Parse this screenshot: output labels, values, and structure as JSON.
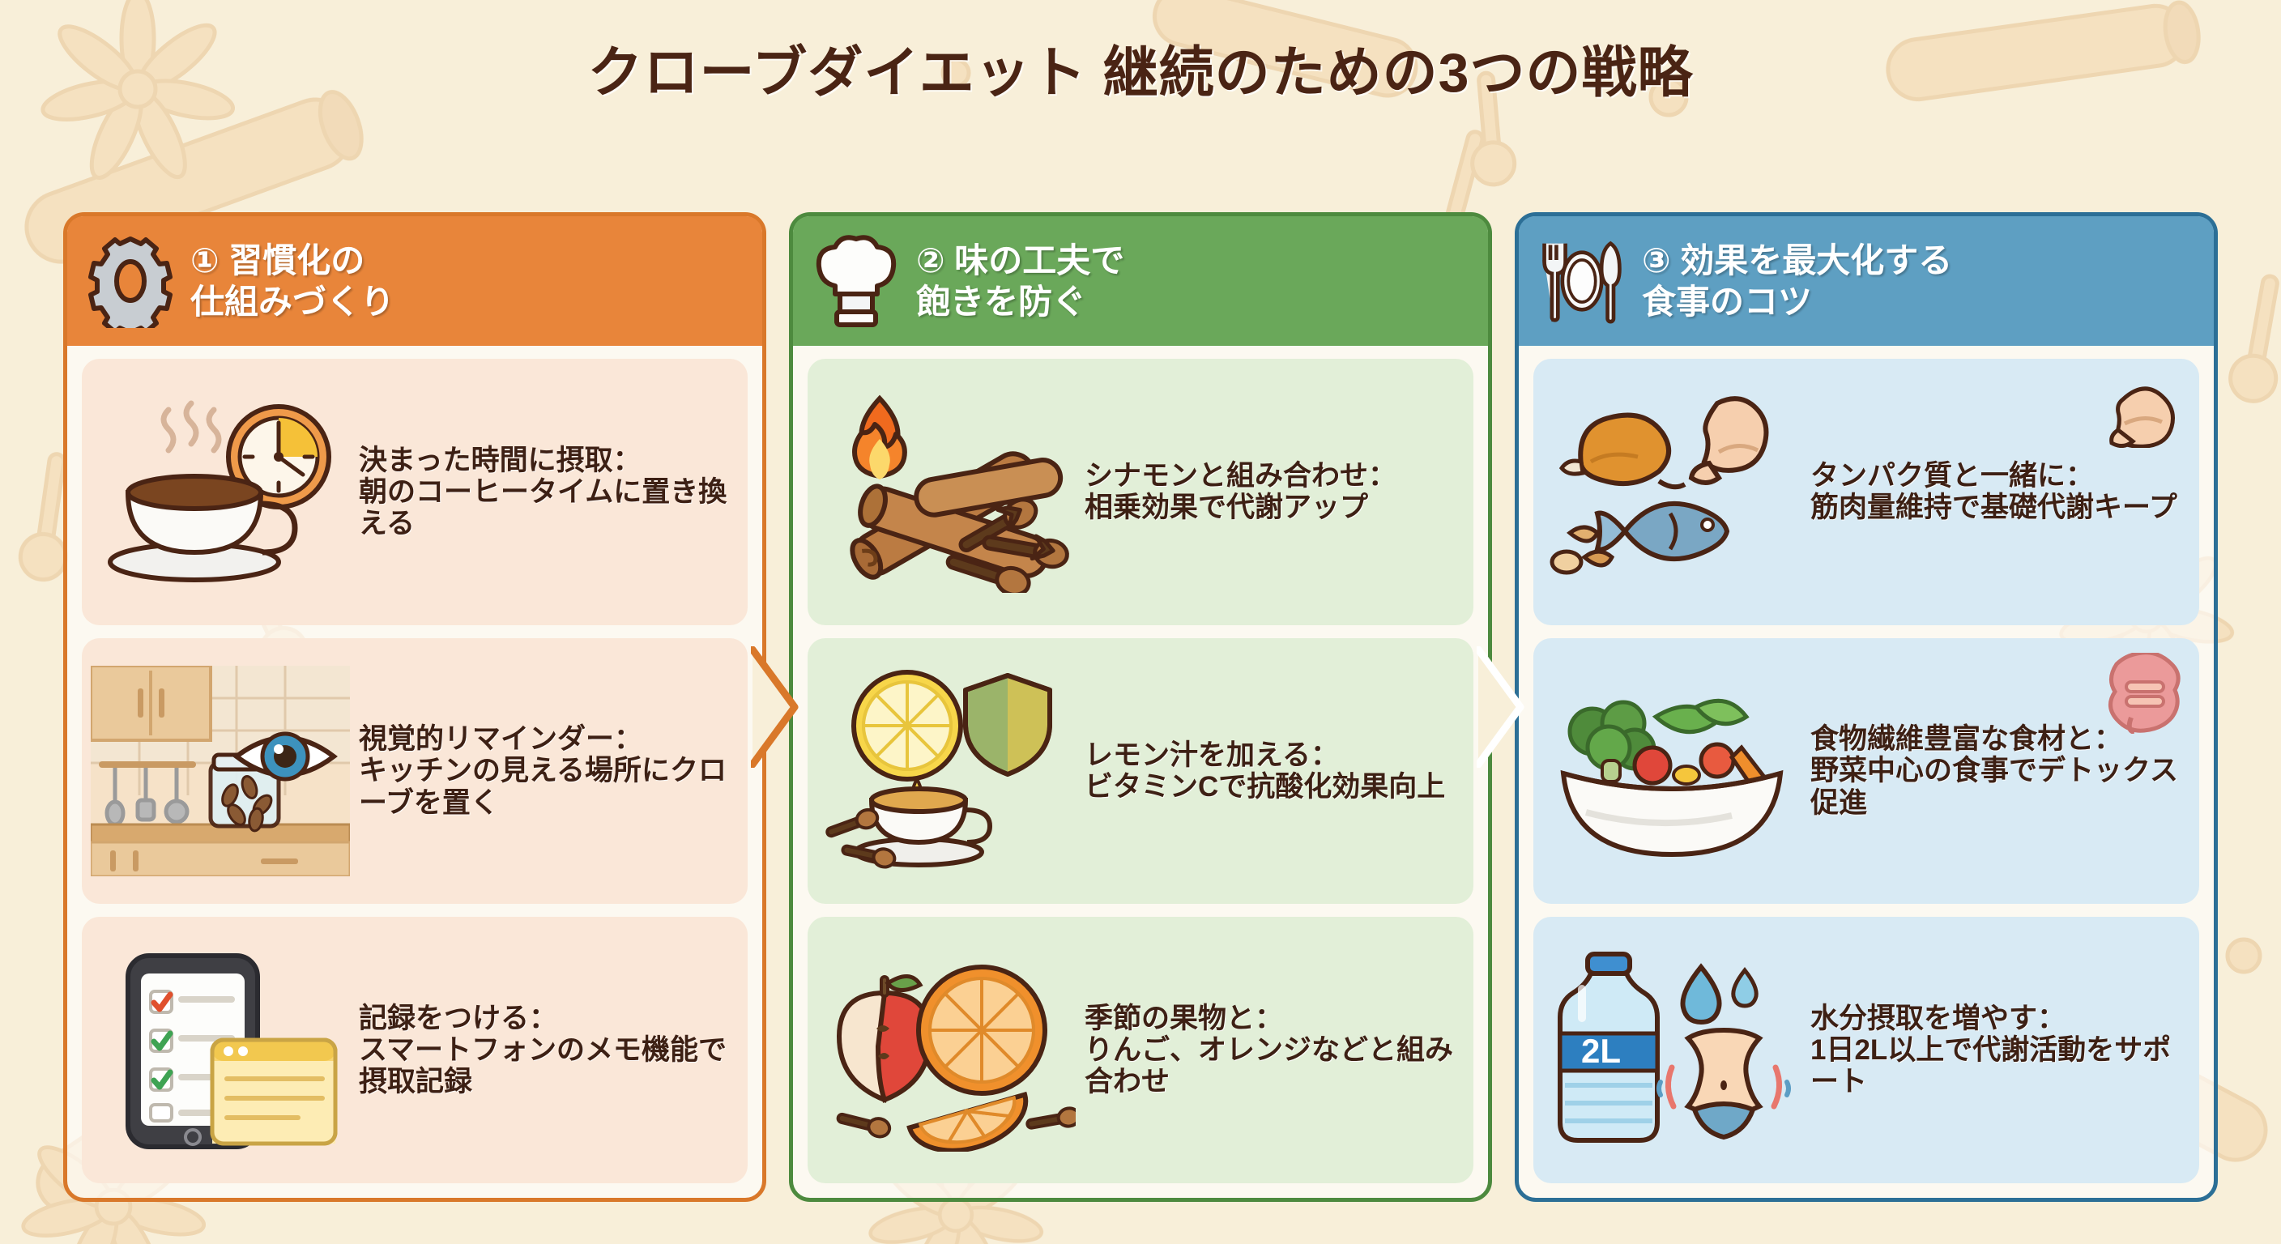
{
  "page": {
    "title": "クローブダイエット 継続のための3つの戦略",
    "background_color": "#f8efd9",
    "title_color": "#4a2414"
  },
  "columns": [
    {
      "accent_color": "#d9782a",
      "header_color": "#e8853a",
      "card_color": "#fae7d8",
      "number": "①",
      "icon": "gear-icon",
      "title_line1": "① 習慣化の",
      "title_line2": "仕組みづくり",
      "cards": [
        {
          "art": "coffee-clock-illustration",
          "label": "決まった時間に摂取：",
          "body": "朝のコーヒータイムに置き換える"
        },
        {
          "art": "kitchen-eye-clove-jar-illustration",
          "label": "視覚的リマインダー：",
          "body": "キッチンの見える場所にクローブを置く"
        },
        {
          "art": "smartphone-checklist-note-illustration",
          "label": "記録をつける：",
          "body": "スマートフォンのメモ機能で摂取記録"
        }
      ]
    },
    {
      "accent_color": "#4d8a3e",
      "header_color": "#6aa85a",
      "card_color": "#e2efd8",
      "number": "②",
      "icon": "chef-hat-icon",
      "title_line1": "② 味の工夫で",
      "title_line2": "飽きを防ぐ",
      "cards": [
        {
          "art": "cinnamon-sticks-flame-cloves-illustration",
          "label": "シナモンと組み合わせ：",
          "body": "相乗効果で代謝アップ"
        },
        {
          "art": "lemon-shield-teacup-illustration",
          "label": "レモン汁を加える：",
          "body": "ビタミンCで抗酸化効果向上"
        },
        {
          "art": "apple-orange-slices-illustration",
          "label": "季節の果物と：",
          "body": "りんご、オレンジなどと組み合わせ"
        }
      ]
    },
    {
      "accent_color": "#2c6f96",
      "header_color": "#5e9fc2",
      "card_color": "#d8eaf4",
      "number": "③",
      "icon": "fork-plate-knife-icon",
      "title_line1": "③ 効果を最大化する",
      "title_line2": "食事のコツ",
      "cards": [
        {
          "art": "chicken-fish-muscle-illustration",
          "badge": "flexed-biceps-icon",
          "label": "タンパク質と一緒に：",
          "body": "筋肉量維持で基礎代謝キープ"
        },
        {
          "art": "salad-bowl-illustration",
          "badge": "intestines-icon",
          "label": "食物繊維豊富な食材と：",
          "body": "野菜中心の食事でデトックス促進"
        },
        {
          "art": "water-bottle-2l-illustration",
          "bottle_label": "2L",
          "label": "水分摂取を増やす：",
          "body": "1日2L以上で代謝活動をサポート"
        }
      ]
    }
  ]
}
